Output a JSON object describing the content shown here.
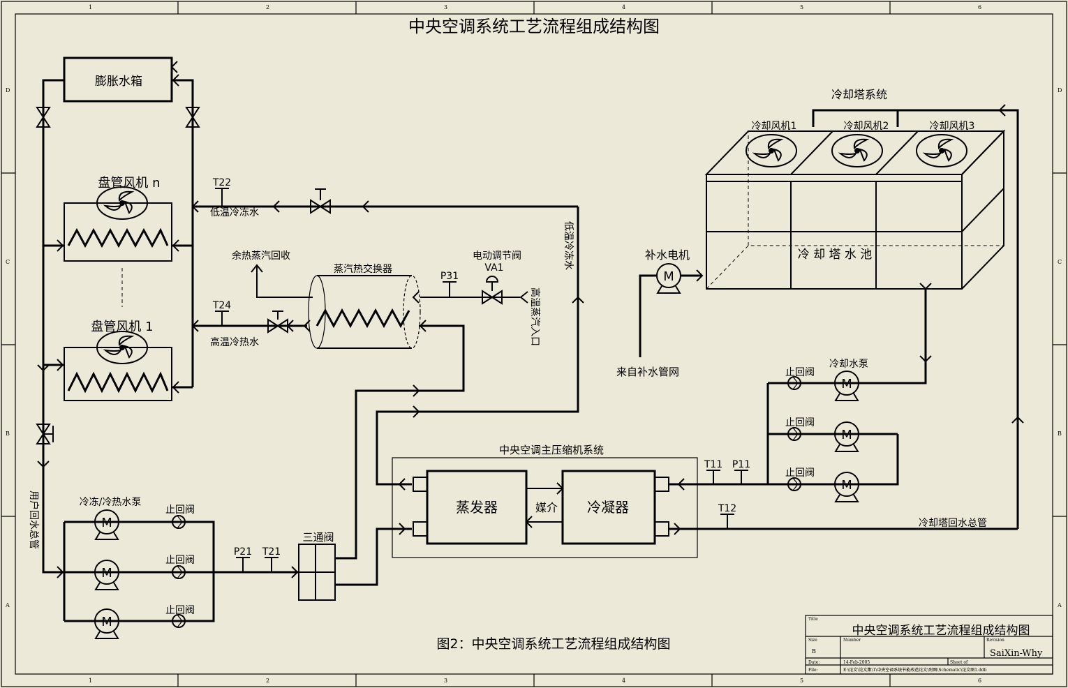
{
  "title": "中央空调系统工艺流程组成结构图",
  "caption": "图2：中央空调系统工艺流程组成结构图",
  "frame": {
    "cols": [
      "1",
      "2",
      "3",
      "4",
      "5",
      "6"
    ],
    "rows": [
      "D",
      "C",
      "B",
      "A"
    ]
  },
  "labels": {
    "expansion_tank": "膨胀水箱",
    "fcu_n": "盘管风机 n",
    "fcu_1": "盘管风机 1",
    "t22": "T22",
    "low_temp_chilled": "低温冷冻水",
    "t24": "T24",
    "high_temp_hot": "高温冷热水",
    "waste_steam": "余热蒸汽回收",
    "steam_hx": "蒸汽热交换器",
    "p31": "P31",
    "motor_valve": "电动调节阀",
    "va1": "VA1",
    "steam_inlet": "高温蒸汽入口",
    "low_temp_chilled_v": "低温冷冻水",
    "user_return": "用户回水总管",
    "pump_group": "冷冻/冷热水泵",
    "check1": "止回阀",
    "check2": "止回阀",
    "check3": "止回阀",
    "p21": "P21",
    "t21": "T21",
    "three_way": "三通阀",
    "compressor_system": "中央空调主压缩机系统",
    "evaporator": "蒸发器",
    "medium": "媒介",
    "condenser": "冷凝器",
    "tower_system": "冷却塔系统",
    "fan1": "冷却风机1",
    "fan2": "冷却风机2",
    "fan3": "冷却风机3",
    "tower_pool": "冷 却 塔 水 池",
    "makeup_motor": "补水电机",
    "motor_m": "M",
    "makeup_source": "来自补水管网",
    "cooling_pump": "冷却水泵",
    "ccheck1": "止回阀",
    "ccheck2": "止回阀",
    "ccheck3": "止回阀",
    "t11": "T11",
    "p11": "P11",
    "t12": "T12",
    "tower_return": "冷却塔回水总管"
  },
  "title_block": {
    "title_label": "Title",
    "title": "中央空调系统工艺流程组成结构图",
    "size_label": "Size",
    "size": "B",
    "number_label": "Number",
    "revision_label": "Revision",
    "revision": "SaiXin-Why",
    "date_label": "Date:",
    "date": "14-Feb-2005",
    "sheet_label": "Sheet  of",
    "file_label": "File:",
    "file": "E:\\论文\\论文集\\1\\中央空调系统节能改造论文\\附图\\Schematic\\论文图1.ddb"
  }
}
